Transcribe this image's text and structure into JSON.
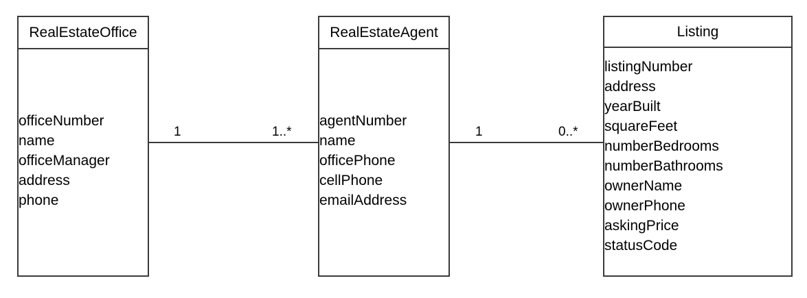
{
  "diagram": {
    "type": "uml-class-diagram",
    "background_color": "#ffffff",
    "line_color": "#3a3a3a",
    "text_color": "#000000"
  },
  "classes": [
    {
      "id": "office",
      "name": "RealEstateOffice",
      "attributes": [
        "officeNumber",
        "name",
        "officeManager",
        "address",
        "phone"
      ]
    },
    {
      "id": "agent",
      "name": "RealEstateAgent",
      "attributes": [
        "agentNumber",
        "name",
        "officePhone",
        "cellPhone",
        "emailAddress"
      ]
    },
    {
      "id": "listing",
      "name": "Listing",
      "attributes": [
        "listingNumber",
        "address",
        "yearBuilt",
        "squareFeet",
        "numberBedrooms",
        "numberBathrooms",
        "ownerName",
        "ownerPhone",
        "askingPrice",
        "statusCode"
      ]
    }
  ],
  "associations": [
    {
      "id": "office-agent",
      "source": "RealEstateOffice",
      "target": "RealEstateAgent",
      "source_multiplicity": "1",
      "target_multiplicity": "1..*"
    },
    {
      "id": "agent-listing",
      "source": "RealEstateAgent",
      "target": "Listing",
      "source_multiplicity": "1",
      "target_multiplicity": "0..*"
    }
  ]
}
